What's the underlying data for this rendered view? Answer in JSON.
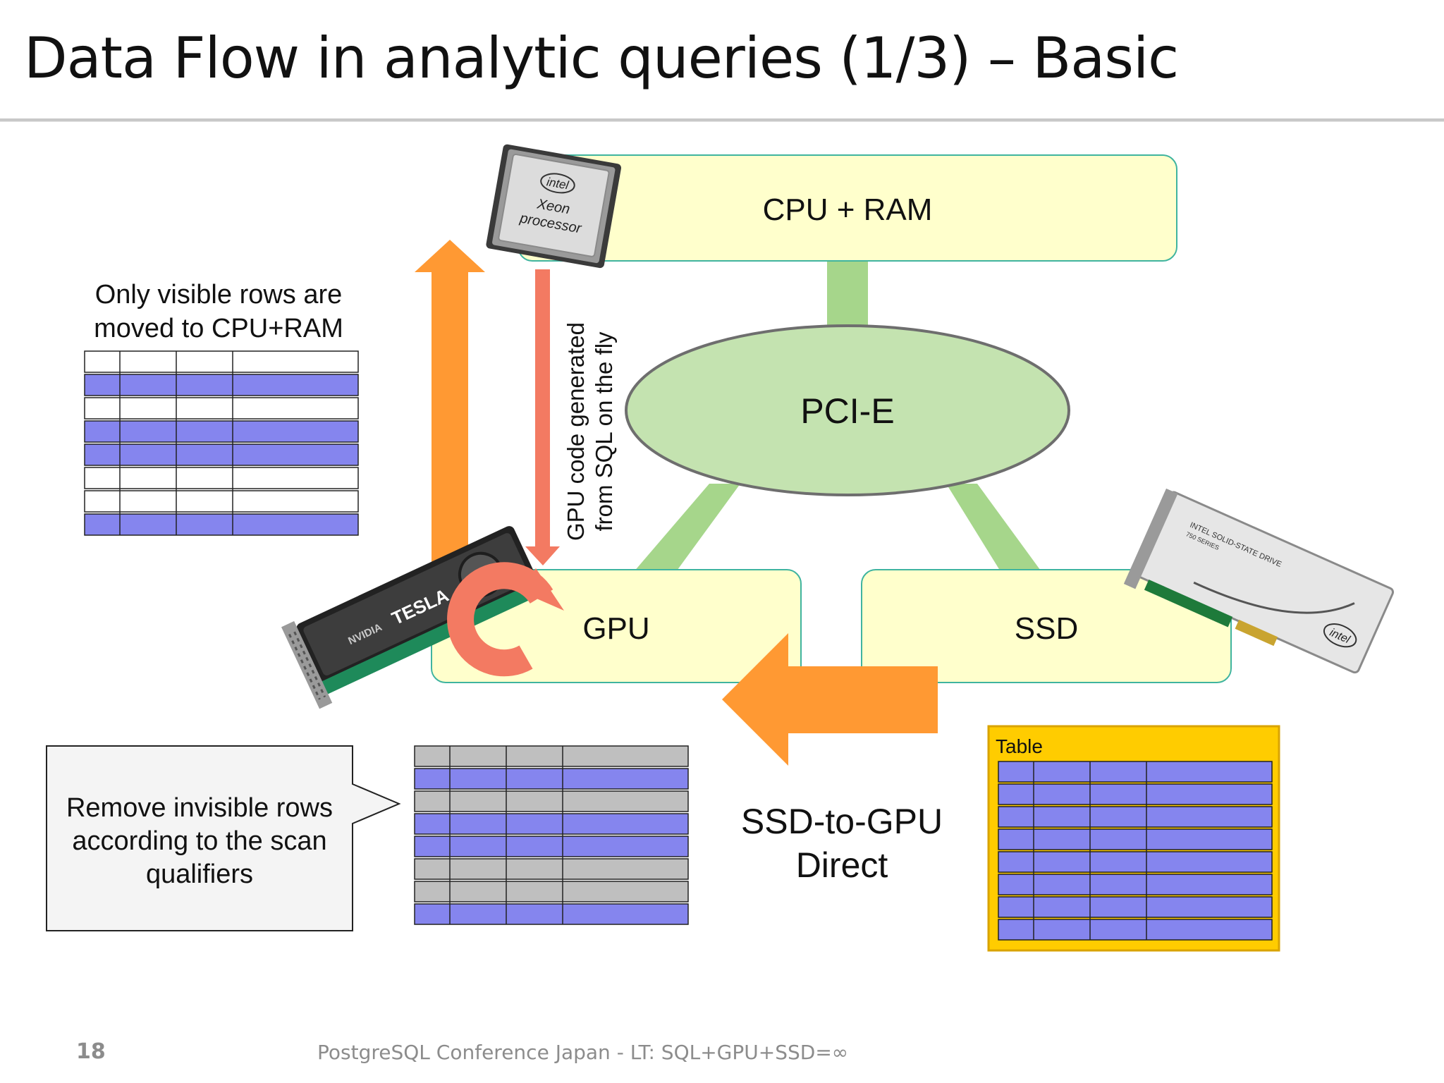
{
  "slide": {
    "title": "Data Flow in analytic queries (1/3) – Basic",
    "page_number": "18",
    "footer": "PostgreSQL Conference Japan - LT: SQL+GPU+SSD=∞"
  },
  "diagram": {
    "nodes": {
      "cpu_ram": "CPU + RAM",
      "pcie": "PCI-E",
      "gpu": "GPU",
      "ssd": "SSD"
    },
    "cpu_chip": {
      "brand": "intel",
      "line1": "Xeon",
      "line2": "processor"
    },
    "gpu_card": {
      "brand": "NVIDIA",
      "model": "TESLA"
    },
    "ssd_card": {
      "brand": "intel",
      "label": "INTEL SOLID-STATE DRIVE",
      "series": "750 SERIES"
    },
    "labels": {
      "visible_rows_line1": "Only visible rows are",
      "visible_rows_line2": "moved to CPU+RAM",
      "gpu_code_line1": "GPU code generated",
      "gpu_code_line2": "from SQL on the fly",
      "ssd_to_gpu_line1": "SSD-to-GPU",
      "ssd_to_gpu_line2": "Direct",
      "callout_line1": "Remove invisible rows",
      "callout_line2": "according to the scan",
      "callout_line3": "qualifiers",
      "table_label": "Table"
    },
    "tables": {
      "visible_rows": [
        "empty",
        "blue",
        "empty",
        "blue",
        "blue",
        "empty",
        "empty",
        "blue"
      ],
      "filtered_rows": [
        "gray",
        "blue",
        "gray",
        "blue",
        "blue",
        "gray",
        "gray",
        "blue"
      ],
      "source_rows": [
        "blue",
        "blue",
        "blue",
        "blue",
        "blue",
        "blue",
        "blue",
        "blue"
      ]
    },
    "colors": {
      "box_fill": "#ffffcc",
      "box_border": "#3fb49f",
      "pcie_fill": "#c4e3b0",
      "pcie_border": "#6e6e6e",
      "link_green": "#a6d68b",
      "arrow_orange": "#ff9933",
      "arrow_red": "#f37a62",
      "row_blue": "#8585ee",
      "row_gray": "#bfbfbf",
      "table_frame": "#ffcc00",
      "callout_fill": "#f4f4f4"
    }
  }
}
